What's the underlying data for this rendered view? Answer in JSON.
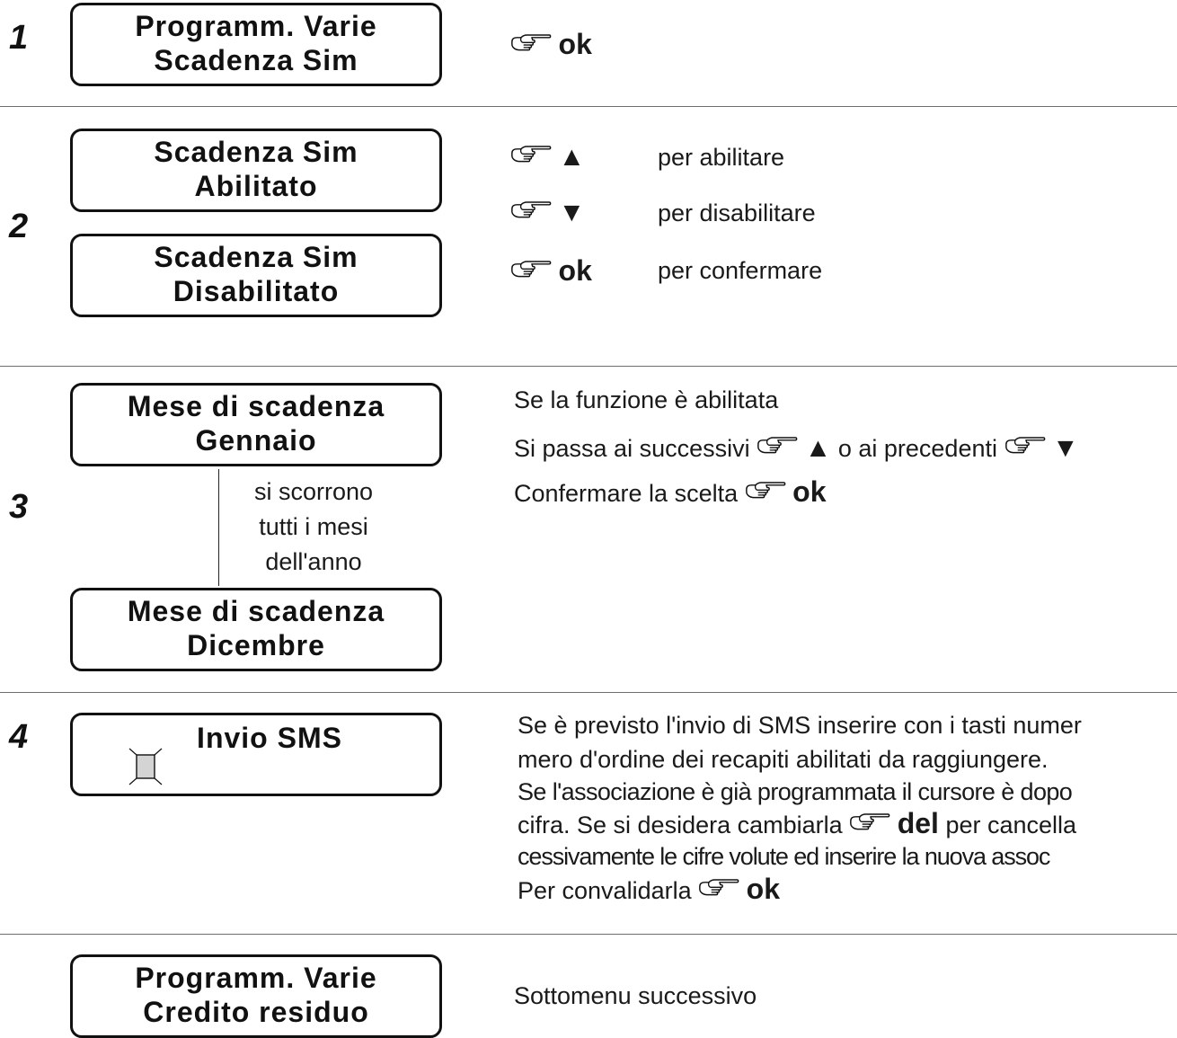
{
  "steps": [
    {
      "number": "1",
      "display": {
        "line1": "Programm. Varie",
        "line2": "Scadenza Sim"
      },
      "action_key": "ok"
    },
    {
      "number": "2",
      "display_enabled": {
        "line1": "Scadenza Sim",
        "line2": "Abilitato"
      },
      "display_disabled": {
        "line1": "Scadenza Sim",
        "line2": "Disabilitato"
      },
      "actions": [
        {
          "key": "▲",
          "label": "per abilitare"
        },
        {
          "key": "▼",
          "label": "per disabilitare"
        },
        {
          "key": "ok",
          "label": "per confermare"
        }
      ]
    },
    {
      "number": "3",
      "display_first": {
        "line1": "Mese di scadenza",
        "line2": "Gennaio"
      },
      "display_last": {
        "line1": "Mese di scadenza",
        "line2": "Dicembre"
      },
      "scroll_note": [
        "si scorrono",
        "tutti i mesi",
        "dell'anno"
      ],
      "text_line1": "Se la funzione è abilitata",
      "text_line2_a": "Si passa ai successivi",
      "text_line2_up": "▲",
      "text_line2_b": "o ai precedenti",
      "text_line2_down": "▼",
      "text_line3": "Confermare la scelta",
      "text_line3_key": "ok"
    },
    {
      "number": "4",
      "display": {
        "line1": "Invio SMS"
      },
      "text_line1": "Se è previsto l'invio di SMS inserire con i tasti numer",
      "text_line2": "mero d'ordine dei recapiti abilitati da raggiungere.",
      "text_line3": "Se l'associazione è già programmata il cursore è dopo",
      "text_line4_a": "cifra. Se si desidera cambiarla",
      "text_line4_key": "del",
      "text_line4_b": "per cancella",
      "text_line5": "cessivamente le cifre volute ed inserire la nuova assoc",
      "text_line6": "Per convalidarla",
      "text_line6_key": "ok"
    },
    {
      "display": {
        "line1": "Programm. Varie",
        "line2": "Credito residuo"
      },
      "text": "Sottomenu successivo"
    }
  ],
  "icons": {
    "hand": "pointing-hand-icon"
  }
}
